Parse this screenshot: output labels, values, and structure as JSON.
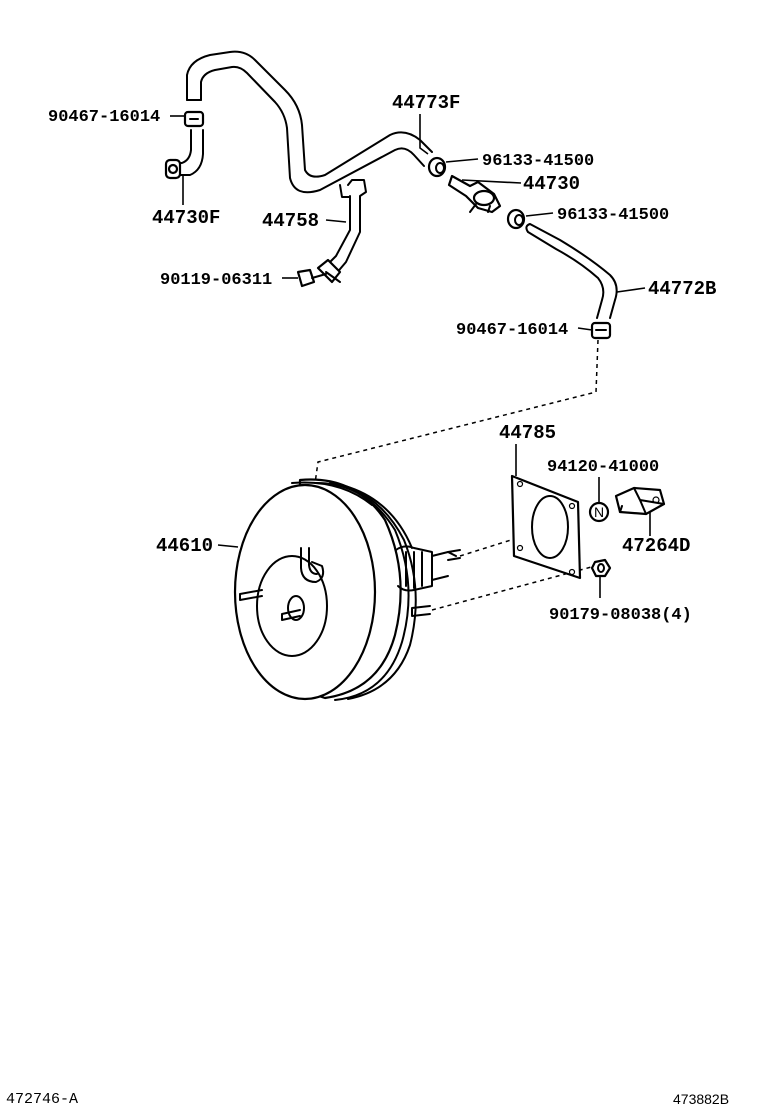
{
  "labels": {
    "p90467_16014_top": "90467-16014",
    "p44730F": "44730F",
    "p44773F": "44773F",
    "p96133_41500_a": "96133-41500",
    "p44730": "44730",
    "p96133_41500_b": "96133-41500",
    "p44758": "44758",
    "p90119_06311": "90119-06311",
    "p44772B": "44772B",
    "p90467_16014_mid": "90467-16014",
    "p44785": "44785",
    "p94120_41000": "94120-41000",
    "p44610": "44610",
    "p47264D": "47264D",
    "p90179_08038": "90179-08038(4)",
    "nut_letter": "N"
  },
  "footer": {
    "left_code": "472746-A",
    "right_code": "473882B"
  }
}
